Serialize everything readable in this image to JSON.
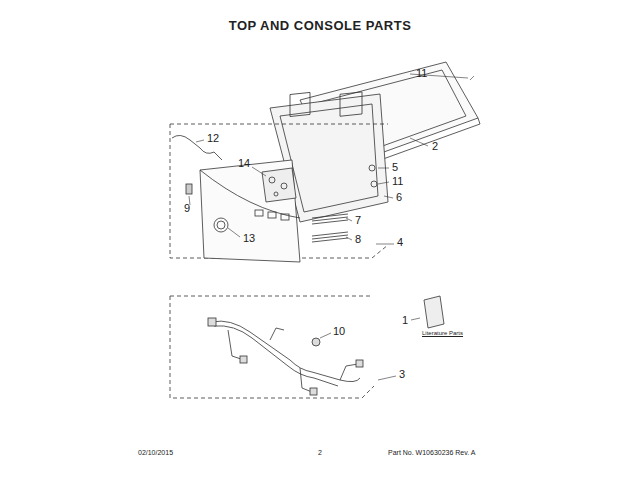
{
  "diagram": {
    "title": "TOP AND CONSOLE PARTS",
    "labels": [
      "11",
      "2",
      "12",
      "5",
      "11",
      "14",
      "6",
      "9",
      "7",
      "8",
      "4",
      "13",
      "1",
      "Literature Parts",
      "10",
      "3",
      "02/10/2015",
      "2",
      "Part No. W10630236  Rev. A"
    ]
  }
}
